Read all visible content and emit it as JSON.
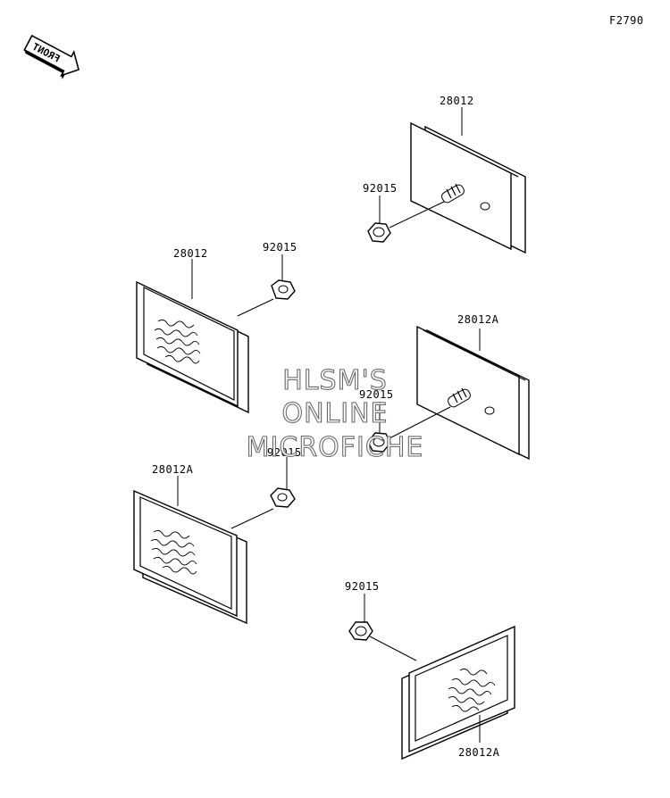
{
  "figure_code": "F2790",
  "direction_badge": {
    "text": "FRONT",
    "icon": "front-arrow-icon"
  },
  "watermark": {
    "line1": "HLSM'S",
    "line2": "ONLINE",
    "line3": "MICROFICHE"
  },
  "parts": [
    {
      "label": "28012",
      "name": "reflector-top-right"
    },
    {
      "label": "92015",
      "name": "nut-top-right"
    },
    {
      "label": "28012",
      "name": "reflector-left-upper"
    },
    {
      "label": "92015",
      "name": "nut-left-upper"
    },
    {
      "label": "28012A",
      "name": "reflector-right-middle"
    },
    {
      "label": "92015",
      "name": "nut-right-middle"
    },
    {
      "label": "28012A",
      "name": "reflector-left-lower"
    },
    {
      "label": "92015",
      "name": "nut-left-lower"
    },
    {
      "label": "92015",
      "name": "nut-bottom-right"
    },
    {
      "label": "28012A",
      "name": "reflector-bottom-right"
    }
  ]
}
